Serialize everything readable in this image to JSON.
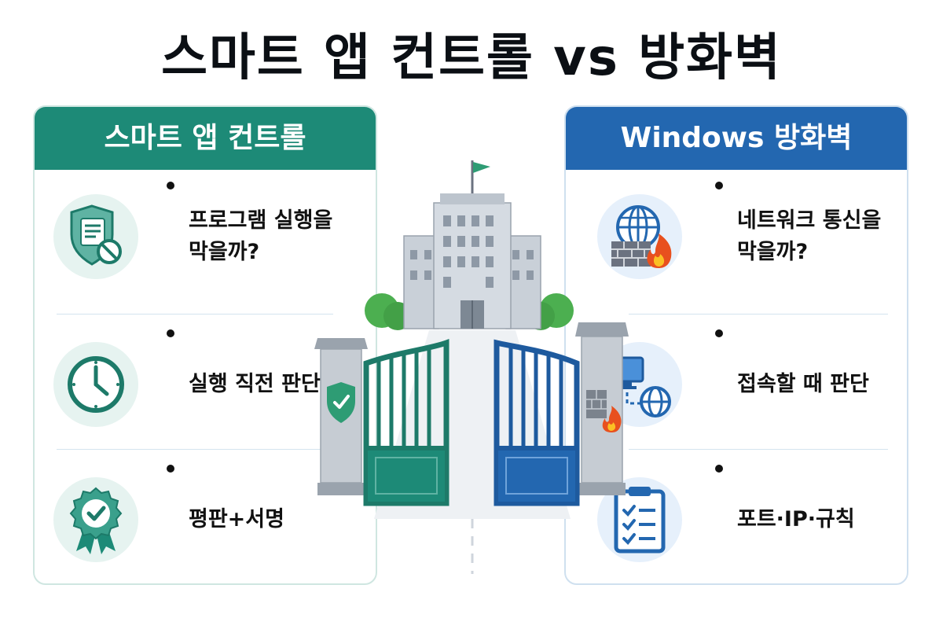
{
  "title": "스마트 앱 컨트롤 vs 방화벽",
  "left": {
    "header": "스마트 앱 컨트롤",
    "accent": "#1d8a77",
    "items": [
      {
        "icon": "shield-document-block-icon",
        "text": "프로그램 실행을\n막을까?"
      },
      {
        "icon": "clock-icon",
        "text": "실행 직전 판단"
      },
      {
        "icon": "award-badge-icon",
        "text": "평판+서명"
      }
    ]
  },
  "right": {
    "header": "Windows 방화벽",
    "accent": "#2367b0",
    "items": [
      {
        "icon": "globe-brick-wall-fire-icon",
        "text": "네트워크 통신을\n막을까?"
      },
      {
        "icon": "monitor-network-globe-icon",
        "text": "접속할 때 판단"
      },
      {
        "icon": "clipboard-checklist-icon",
        "text": "포트·IP·규칙"
      }
    ]
  },
  "illustration": {
    "icons": [
      "building-icon",
      "flag-icon",
      "gate-icon",
      "shield-check-icon",
      "brick-fire-icon"
    ]
  }
}
